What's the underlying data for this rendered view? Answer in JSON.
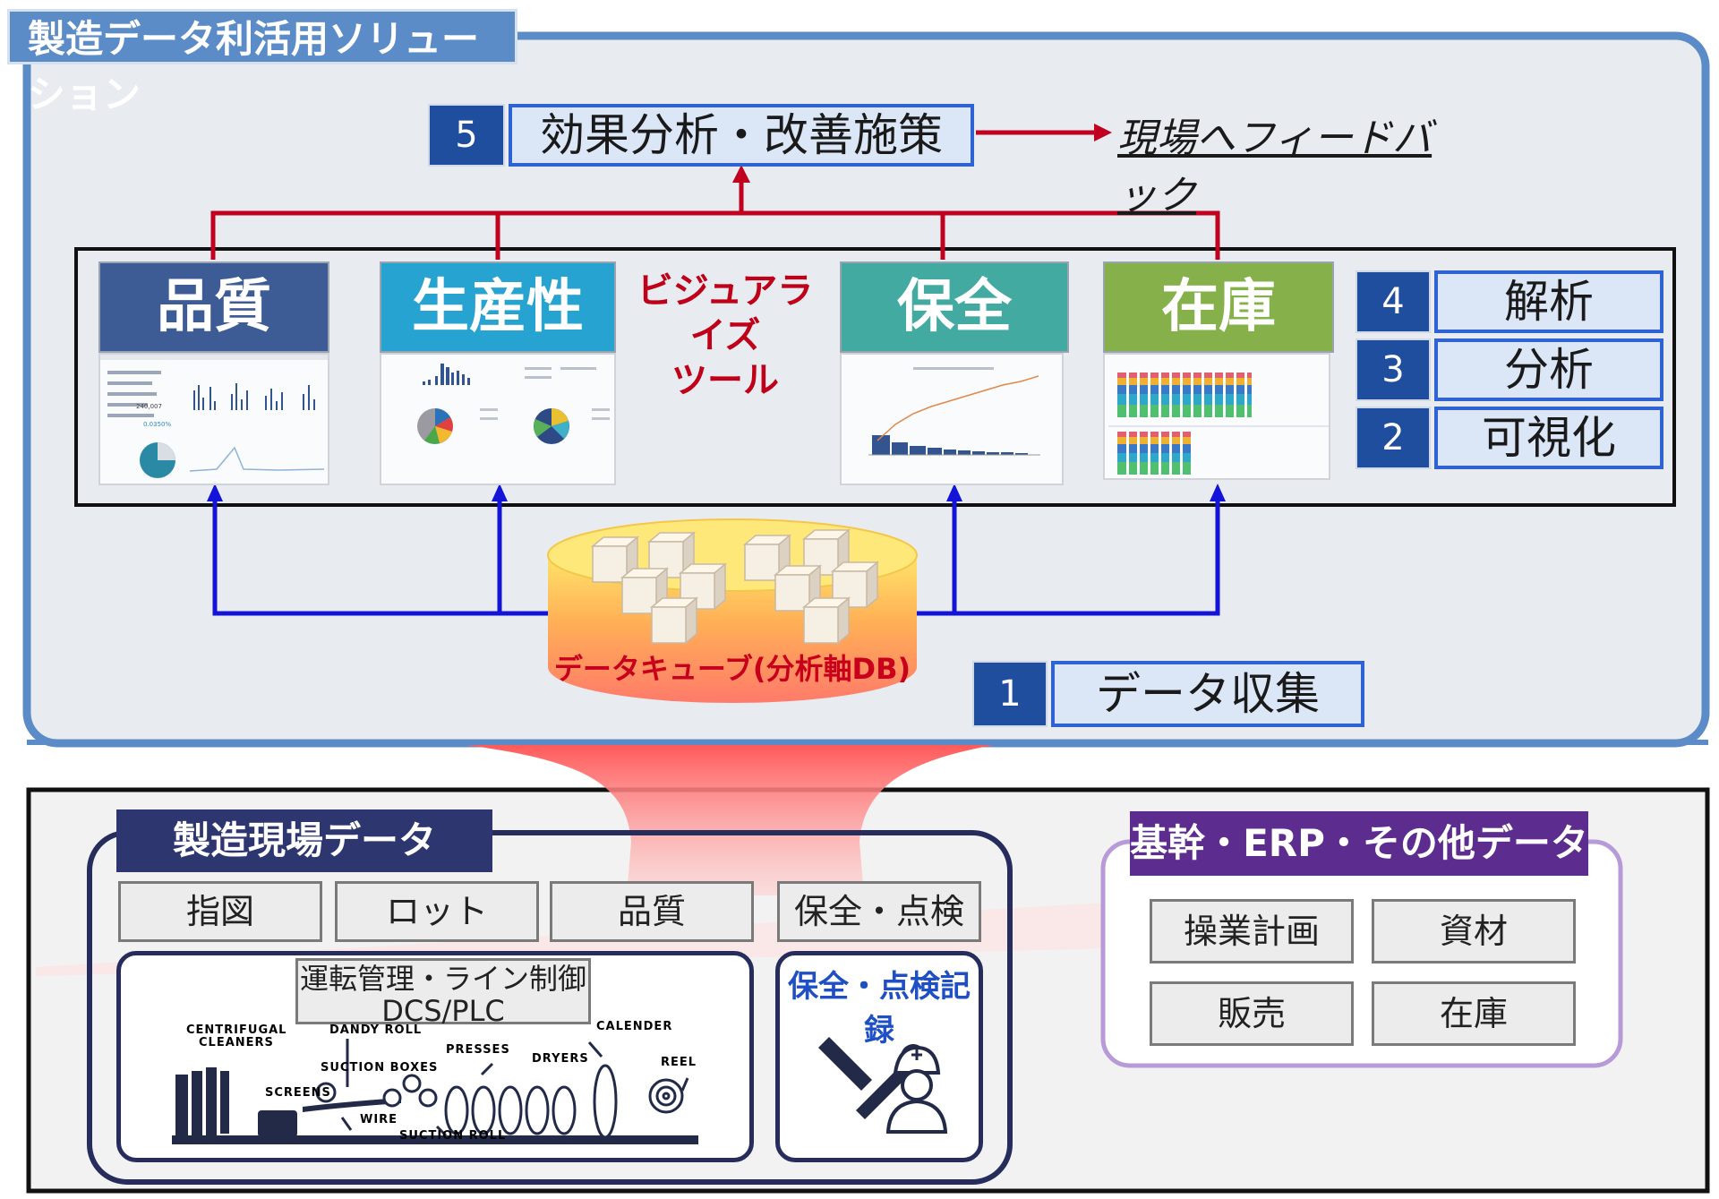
{
  "title": "製造データ利活用ソリューション",
  "steps": [
    {
      "num": "5",
      "label": "効果分析・改善施策"
    },
    {
      "num": "4",
      "label": "解析"
    },
    {
      "num": "3",
      "label": "分析"
    },
    {
      "num": "2",
      "label": "可視化"
    },
    {
      "num": "1",
      "label": "データ収集"
    }
  ],
  "feedback": "現場へフィードバック",
  "panels": [
    {
      "title": "品質",
      "color": "#3d5b94"
    },
    {
      "title": "生産性",
      "color": "#27a3d2"
    },
    {
      "title": "保全",
      "color": "#43aaa2"
    },
    {
      "title": "在庫",
      "color": "#86b04a"
    }
  ],
  "visualize_tool": {
    "line1": "ビジュアライズ",
    "line2": "ツール"
  },
  "cube_label": "データキューブ(分析軸DB)",
  "factory": {
    "title": "製造現場データ",
    "items": [
      "指図",
      "ロット",
      "品質",
      "保全・点検"
    ],
    "control_line1": "運転管理・ライン制御",
    "control_line2": "DCS/PLC",
    "maintenance_record": "保全・点検記録",
    "machine_labels": [
      "CENTRIFUGAL",
      "CLEANERS",
      "DANDY ROLL",
      "SUCTION BOXES",
      "PRESSES",
      "DRYERS",
      "CALENDER",
      "REEL",
      "SCREENS",
      "WIRE",
      "SUCTION ROLL"
    ]
  },
  "erp": {
    "title": "基幹・ERP・その他データ",
    "items": [
      "操業計画",
      "資材",
      "販売",
      "在庫"
    ]
  },
  "colors": {
    "red_arrow": "#c0001e",
    "blue_arrow": "#1414d8",
    "frame_blue": "#5b8cc8"
  }
}
